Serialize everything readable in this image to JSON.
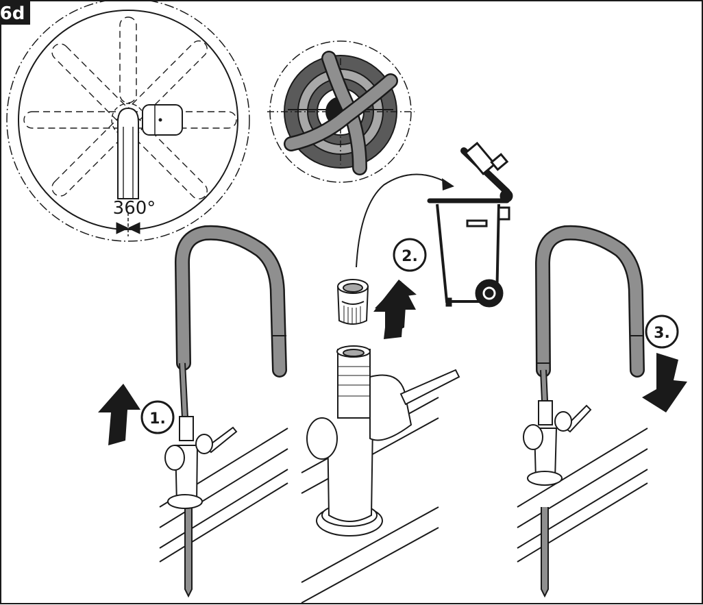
{
  "figure": {
    "label": "6d",
    "rotation_label": "360°",
    "steps": [
      "1.",
      "2.",
      "3."
    ]
  },
  "colors": {
    "ink": "#1a1a1a",
    "hose_gray": "#8f8f8f",
    "dark_gray": "#5a5a5a",
    "medium_gray": "#a8a8a8",
    "light_fill": "#ffffff",
    "label_bg": "#1a1a1a",
    "label_fg": "#ffffff"
  },
  "icons": [
    "rotation-diagram",
    "prohibited-filter-icon",
    "recycle-bin-icon",
    "up-arrow-icon",
    "down-arrow-icon",
    "faucet-illustration",
    "filter-cartridge"
  ]
}
